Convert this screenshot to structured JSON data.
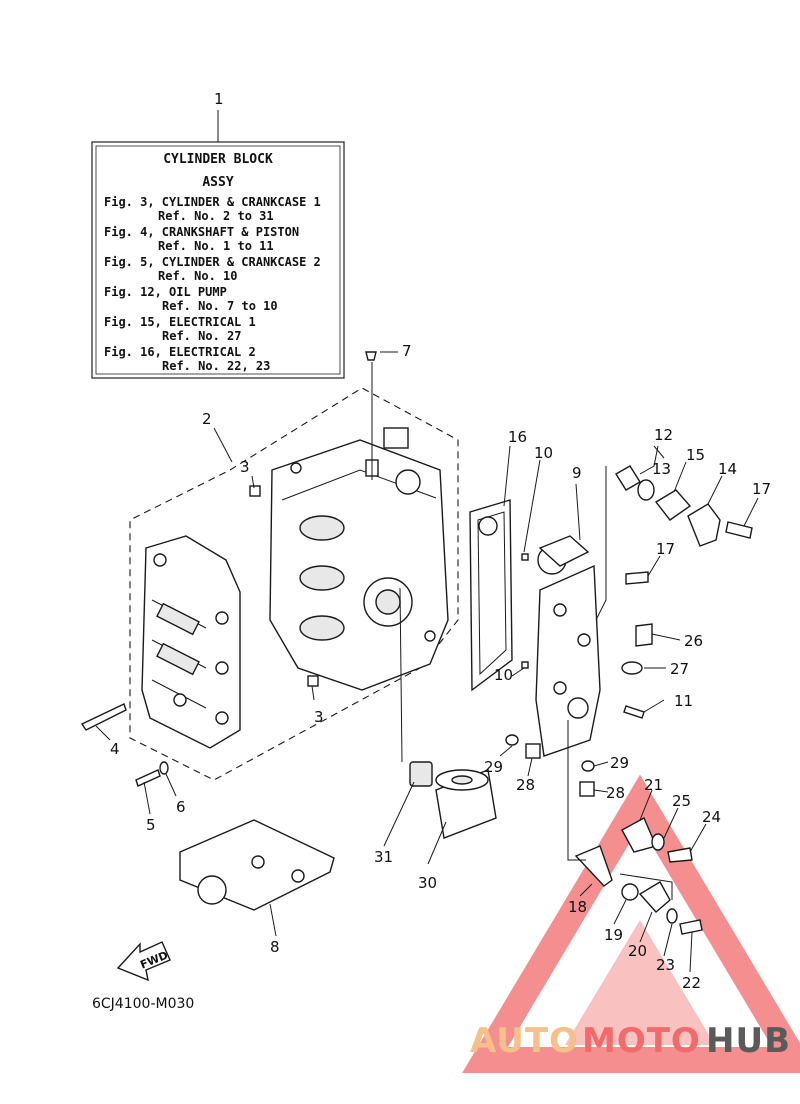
{
  "info_box": {
    "title_line1": "CYLINDER BLOCK",
    "title_line2": "ASSY",
    "refs": [
      "Fig. 3, CYLINDER & CRANKCASE 1",
      "Ref. No. 2 to 31",
      "Fig. 4, CRANKSHAFT & PISTON",
      "Ref. No. 1 to 11",
      "Fig. 5, CYLINDER & CRANKCASE 2",
      "Ref. No. 10",
      "Fig. 12, OIL PUMP",
      "Ref. No. 7 to 10",
      "Fig. 15, ELECTRICAL 1",
      "Ref. No. 27",
      "Fig. 16, ELECTRICAL 2",
      "Ref. No. 22, 23"
    ]
  },
  "callouts": {
    "c1": "1",
    "c2": "2",
    "c3a": "3",
    "c3b": "3",
    "c4": "4",
    "c5": "5",
    "c6": "6",
    "c7": "7",
    "c8": "8",
    "c9": "9",
    "c10a": "10",
    "c10b": "10",
    "c11": "11",
    "c12": "12",
    "c13": "13",
    "c14": "14",
    "c15": "15",
    "c16": "16",
    "c17a": "17",
    "c17b": "17",
    "c18": "18",
    "c19": "19",
    "c20": "20",
    "c21": "21",
    "c22": "22",
    "c23": "23",
    "c24": "24",
    "c25": "25",
    "c26": "26",
    "c27": "27",
    "c28a": "28",
    "c28b": "28",
    "c29a": "29",
    "c29b": "29",
    "c30": "30",
    "c31": "31"
  },
  "fwd_label": "FWD",
  "drawing_code": "6CJ4100-M030",
  "watermark": {
    "part1": "AUTO",
    "part2": "MOTO",
    "part3": "HUB",
    "color_orange": "#f5c08a",
    "color_red": "#f26a6a",
    "color_gray": "#5a5a5a"
  }
}
